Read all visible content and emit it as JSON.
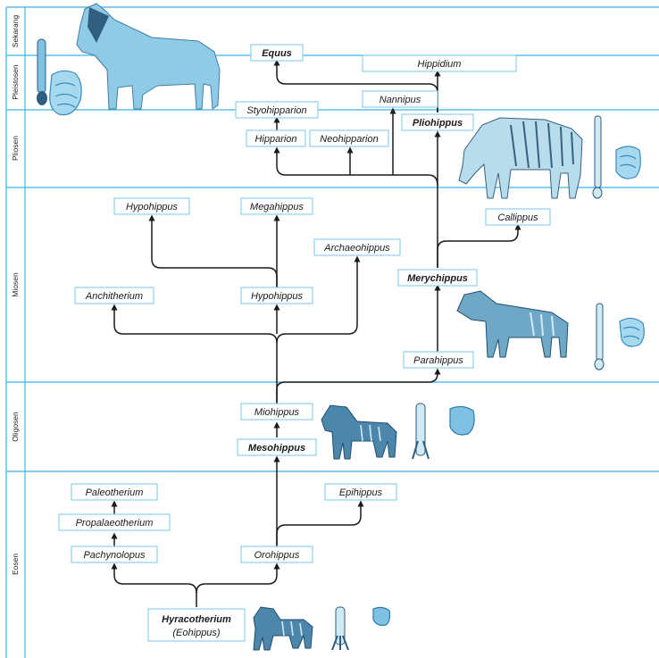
{
  "eras": [
    {
      "id": "sekarang",
      "label": "Sekarang"
    },
    {
      "id": "pleistosen",
      "label": "Pleistosen"
    },
    {
      "id": "pliosen",
      "label": "Pliosen"
    },
    {
      "id": "miosen",
      "label": "Miosen"
    },
    {
      "id": "oligosen",
      "label": "Oligosen"
    },
    {
      "id": "eosen",
      "label": "Eosen"
    }
  ],
  "taxa": {
    "equus": {
      "name": "Equus",
      "bold": true
    },
    "hippidium": {
      "name": "Hippidium",
      "bold": false
    },
    "nannipus": {
      "name": "Nannipus",
      "bold": false
    },
    "styohipparion": {
      "name": "Styohipparion",
      "bold": false
    },
    "pliohippus": {
      "name": "Pliohippus",
      "bold": true
    },
    "hipparion": {
      "name": "Hipparion",
      "bold": false
    },
    "neohipparion": {
      "name": "Neohipparion",
      "bold": false
    },
    "hypohippus_top": {
      "name": "Hypohippus",
      "bold": false
    },
    "megahippus": {
      "name": "Megahippus",
      "bold": false
    },
    "callippus": {
      "name": "Callippus",
      "bold": false
    },
    "archaeohippus": {
      "name": "Archaeohippus",
      "bold": false
    },
    "merychippus": {
      "name": "Merychippus",
      "bold": true
    },
    "anchitherium": {
      "name": "Anchitherium",
      "bold": false
    },
    "hypohippus_mid": {
      "name": "Hypohippus",
      "bold": false
    },
    "parahippus": {
      "name": "Parahippus",
      "bold": false
    },
    "miohippus": {
      "name": "Miohippus",
      "bold": false
    },
    "mesohippus": {
      "name": "Mesohippus",
      "bold": true
    },
    "paleotherium": {
      "name": "Paleotherium",
      "bold": false
    },
    "propalaeotherium": {
      "name": "Propalaeotherium",
      "bold": false
    },
    "epihippus": {
      "name": "Epihippus",
      "bold": false
    },
    "pachynolopus": {
      "name": "Pachynolopus",
      "bold": false
    },
    "orohippus": {
      "name": "Orohippus",
      "bold": false
    },
    "hyracotherium": {
      "name": "Hyracotherium",
      "bold": true,
      "subname": "(Eohippus)"
    }
  },
  "colors": {
    "era_line": "#3cb4e6",
    "box_border": "#8fd0ec",
    "illustration": "#6fc3e6",
    "illustration_dark": "#1e4f70"
  }
}
